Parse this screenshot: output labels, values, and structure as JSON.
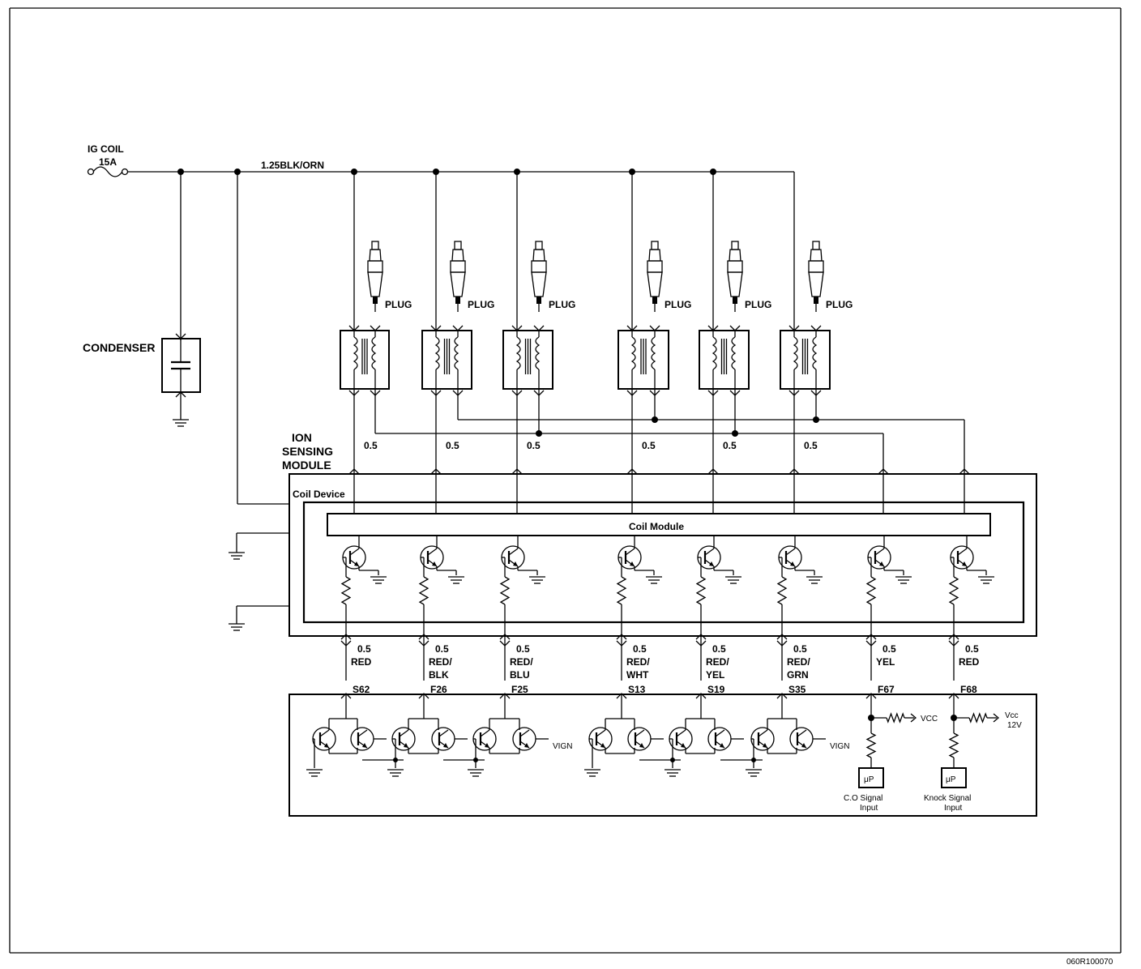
{
  "fuse": {
    "name": "IG COIL",
    "rating": "15A"
  },
  "supply_wire": "1.25BLK/ORN",
  "condenser_label": "CONDENSER",
  "plug_label": "PLUG",
  "module_labels": {
    "ion_line1": "ION",
    "ion_line2": "SENSING",
    "ion_line3": "MODULE",
    "coil_device": "Coil Device",
    "coil_module": "Coil Module"
  },
  "ion_wire_label": "0.5",
  "channels": [
    {
      "gauge": "0.5",
      "color_line1": "RED",
      "color_line2": "",
      "connector": "S62"
    },
    {
      "gauge": "0.5",
      "color_line1": "RED/",
      "color_line2": "BLK",
      "connector": "F26"
    },
    {
      "gauge": "0.5",
      "color_line1": "RED/",
      "color_line2": "BLU",
      "connector": "F25"
    },
    {
      "gauge": "0.5",
      "color_line1": "RED/",
      "color_line2": "WHT",
      "connector": "S13"
    },
    {
      "gauge": "0.5",
      "color_line1": "RED/",
      "color_line2": "YEL",
      "connector": "S19"
    },
    {
      "gauge": "0.5",
      "color_line1": "RED/",
      "color_line2": "GRN",
      "connector": "S35"
    },
    {
      "gauge": "0.5",
      "color_line1": "YEL",
      "color_line2": "",
      "connector": "F67"
    },
    {
      "gauge": "0.5",
      "color_line1": "RED",
      "color_line2": "",
      "connector": "F68"
    }
  ],
  "ecu": {
    "vign_label": "VIGN",
    "vcc_label": "VCC",
    "vcc2_label": "Vcc",
    "vcc2_sub": "12V",
    "uP_label": "μP",
    "co_line1": "C.O Signal",
    "co_line2": "Input",
    "knock_line1": "Knock Signal",
    "knock_line2": "Input"
  },
  "doc_code": "060R100070"
}
